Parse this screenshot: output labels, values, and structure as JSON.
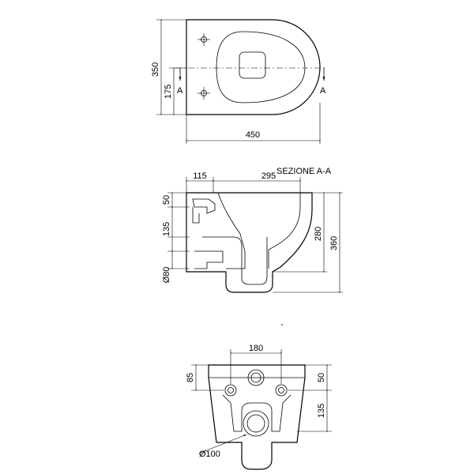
{
  "top_view": {
    "dim_width": "450",
    "dim_depth": "350",
    "dim_hole_offset": "175",
    "section_mark_left": "A",
    "section_mark_right": "A"
  },
  "section_view": {
    "title": "SEZIONE A-A",
    "dim_rear": "115",
    "dim_front": "295",
    "dim_inlet_height": "50",
    "dim_outlet_height": "135",
    "dim_outlet_diameter": "Ø80",
    "dim_rim_height": "280",
    "dim_total_height": "360"
  },
  "back_view": {
    "dim_fixing_spacing": "180",
    "dim_left_height": "85",
    "dim_right_top": "50",
    "dim_right_lower": "135",
    "dim_outlet_diameter": "Ø100"
  }
}
